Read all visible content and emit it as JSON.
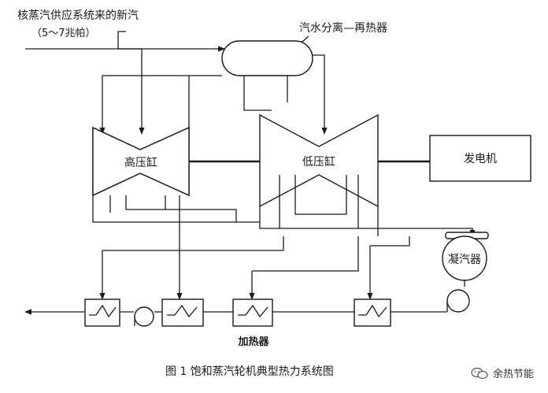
{
  "labels": {
    "source_line1": "核蒸汽供应系统来的新汽",
    "source_line2": "（5～7兆帕）",
    "separator": "汽水分离—再热器",
    "hp_cylinder": "高压缸",
    "lp_cylinder": "低压缸",
    "generator": "发电机",
    "condenser": "凝汽器",
    "heater": "加热器",
    "caption": "图 1    饱和蒸汽轮机典型热力系统图"
  },
  "watermark": {
    "text": "余热节能",
    "icon": "wechat-icon"
  }
}
